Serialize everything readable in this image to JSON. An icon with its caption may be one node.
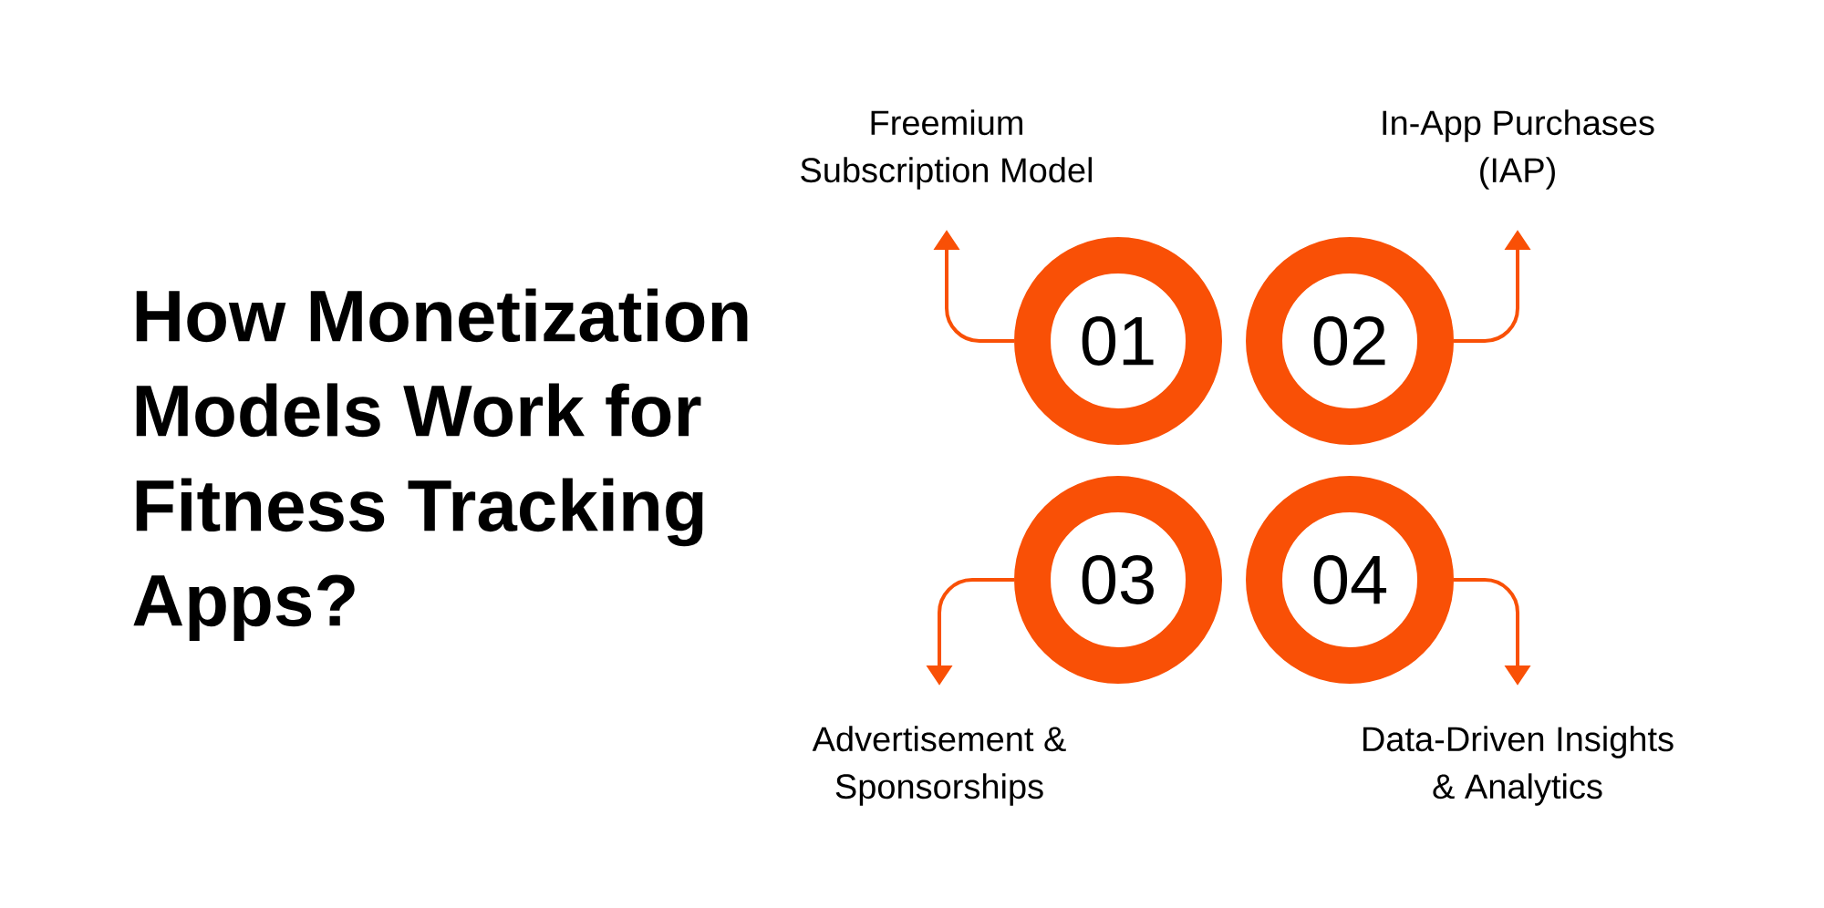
{
  "diagram": {
    "title": "How Monetization Models Work for Fitness Tracking Apps?",
    "nodes": [
      {
        "text": [
          "Freemium Subscription Model"
        ]
      },
      {
        "text": [
          "In-App Purchases (IAP)"
        ]
      },
      {
        "text": [
          "01"
        ]
      },
      {
        "text": [
          "02"
        ]
      },
      {
        "text": [
          "03"
        ]
      },
      {
        "text": [
          "04"
        ]
      },
      {
        "text": [
          "Advertisement & Sponsorships"
        ]
      },
      {
        "text": [
          "Data-Driven Insights & Analytics"
        ]
      }
    ],
    "edges": [
      {
        "from": 2,
        "to": 0,
        "arrow": "to"
      },
      {
        "from": 3,
        "to": 1,
        "arrow": "to"
      },
      {
        "from": 4,
        "to": 6,
        "arrow": "to"
      },
      {
        "from": 5,
        "to": 7,
        "arrow": "to"
      }
    ]
  }
}
